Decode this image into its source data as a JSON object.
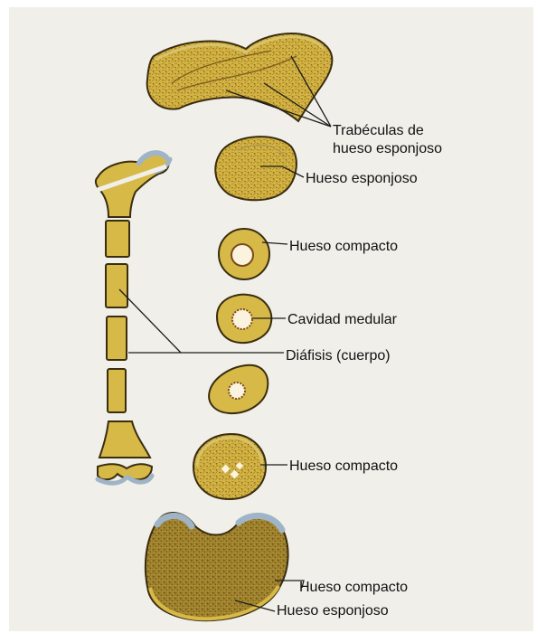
{
  "labels": {
    "trabeculas_line1": "Trabéculas de",
    "trabeculas_line2": "hueso esponjoso",
    "hueso_esponjoso_epiphysis": "Hueso esponjoso",
    "hueso_compacto_upper": "Hueso compacto",
    "cavidad_medular": "Cavidad medular",
    "diafisis": "Diáfisis (cuerpo)",
    "hueso_compacto_lower": "Hueso compacto",
    "hueso_compacto_condyles": "Hueso compacto",
    "hueso_esponjoso_condyles": "Hueso esponjoso"
  },
  "colors": {
    "bone_fill": "#d7b947",
    "bone_outline": "#3a2d10",
    "spongy_texture": "#8a6a20",
    "cartilage": "#9fb4c6",
    "marrow": "#fbf3dd",
    "paper": "#f1efe9"
  }
}
